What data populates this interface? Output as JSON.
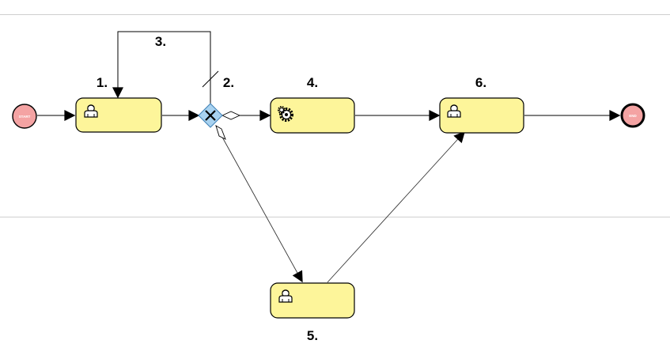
{
  "diagram": {
    "start_event": {
      "label": "START"
    },
    "end_event": {
      "label": "END"
    },
    "gateway": {
      "type": "exclusive",
      "number": "2."
    },
    "tasks": [
      {
        "number": "1.",
        "kind": "user"
      },
      {
        "number": "4.",
        "kind": "service"
      },
      {
        "number": "5.",
        "kind": "user"
      },
      {
        "number": "6.",
        "kind": "user"
      }
    ],
    "loop_flow": {
      "number": "3."
    }
  },
  "colors": {
    "task_fill": "#fdf59a",
    "gateway_fill": "#a8d2f0",
    "start_fill": "#f4a3a3",
    "end_fill": "#f4a3a3",
    "lane_divider": "#cfcfcf"
  }
}
